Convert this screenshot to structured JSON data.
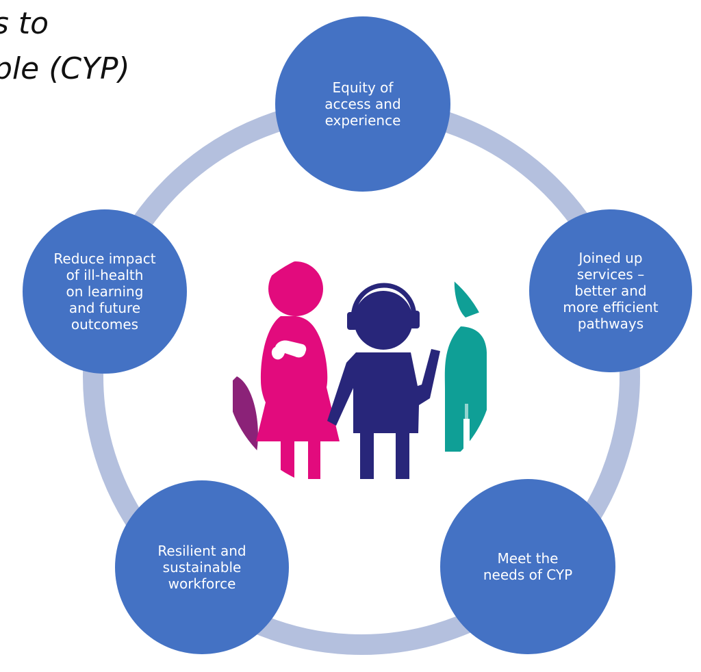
{
  "title": {
    "line_1": "s to",
    "line_2": "ple (CYP)"
  },
  "colors": {
    "node_fill": "#4472c4",
    "ring": "#b4c0de",
    "magenta": "#e20b7d",
    "navy": "#28267a",
    "teal": "#0f9f96",
    "purple": "#8b2278"
  },
  "nodes": {
    "top": "Equity of\naccess and\nexperience",
    "right": "Joined up\nservices –\nbetter and\nmore efficient\npathways",
    "bottom_right": "Meet the\nneeds of CYP",
    "bottom_left": "Resilient and\nsustainable\nworkforce",
    "left": "Reduce impact\nof  ill-health\non learning\nand future\noutcomes"
  }
}
